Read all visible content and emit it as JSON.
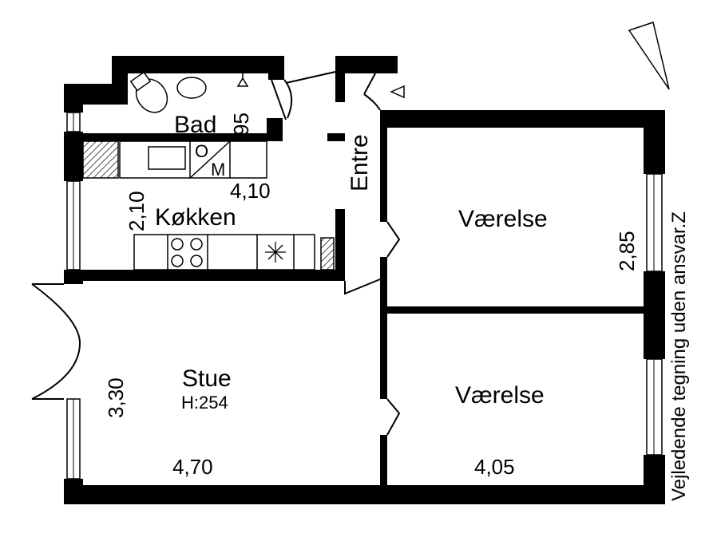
{
  "rooms": {
    "bad": "Bad",
    "entre": "Entre",
    "kokken": "Køkken",
    "vaerelse_top": "Værelse",
    "vaerelse_bottom": "Værelse",
    "stue": "Stue",
    "stue_height": "H:254"
  },
  "dimensions": {
    "bad_width": "95",
    "kokken_depth": "2,10",
    "kokken_length": "4,10",
    "vaerelse_top_depth": "2,85",
    "stue_depth": "3,30",
    "stue_width": "4,70",
    "vaerelse_bottom_width": "4,05"
  },
  "fixtures": {
    "oven_label": "O",
    "microwave_label": "M"
  },
  "disclaimer": "Vejledende tegning uden ansvar.",
  "north_label": "Z"
}
